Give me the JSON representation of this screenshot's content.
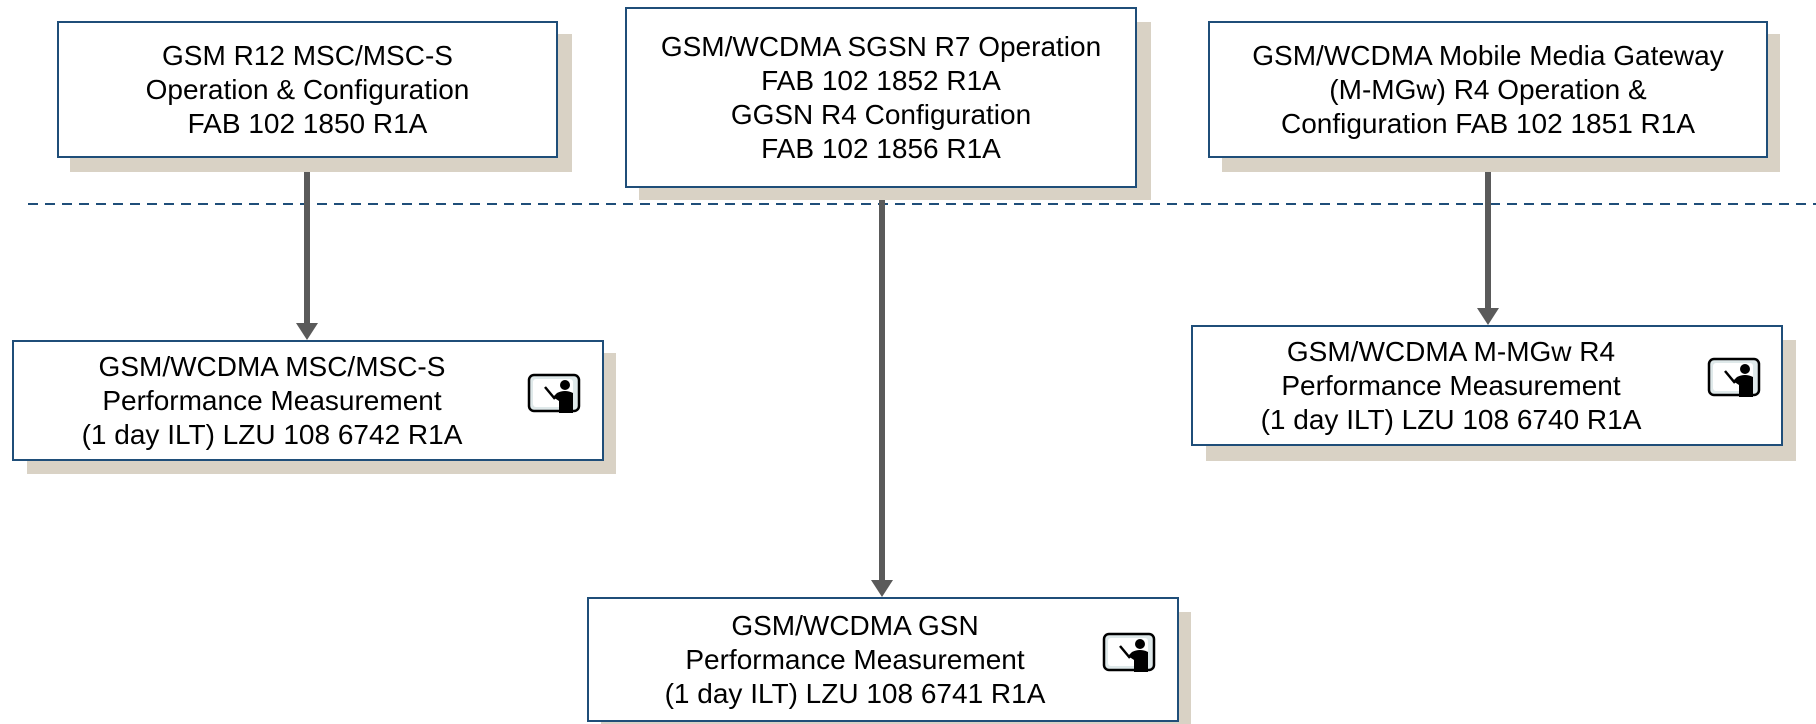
{
  "top_boxes": {
    "msc": {
      "lines": [
        "GSM R12 MSC/MSC-S",
        "Operation & Configuration",
        "FAB 102 1850 R1A"
      ]
    },
    "sgsn": {
      "lines": [
        "GSM/WCDMA SGSN R7 Operation",
        "FAB 102 1852 R1A",
        "GGSN R4 Configuration",
        "FAB 102 1856 R1A"
      ]
    },
    "mgw": {
      "lines": [
        "GSM/WCDMA Mobile Media Gateway",
        "(M-MGw) R4 Operation &",
        "Configuration FAB 102 1851 R1A"
      ]
    }
  },
  "bottom_boxes": {
    "msc_pm": {
      "lines": [
        "GSM/WCDMA MSC/MSC-S",
        "Performance Measurement",
        "(1 day ILT) LZU 108 6742 R1A"
      ],
      "icon": "instructor-icon"
    },
    "gsn_pm": {
      "lines": [
        "GSM/WCDMA GSN",
        "Performance Measurement",
        "(1 day ILT) LZU 108 6741 R1A"
      ],
      "icon": "instructor-icon"
    },
    "mgw_pm": {
      "lines": [
        "GSM/WCDMA M-MGw R4",
        "Performance Measurement",
        "(1 day ILT) LZU 108 6740 R1A"
      ],
      "icon": "instructor-icon"
    }
  },
  "colors": {
    "box_border": "#1f4e79",
    "box_shadow": "#d9d2c5",
    "arrow": "#5a5a5a",
    "divider": "#1f4e79"
  }
}
